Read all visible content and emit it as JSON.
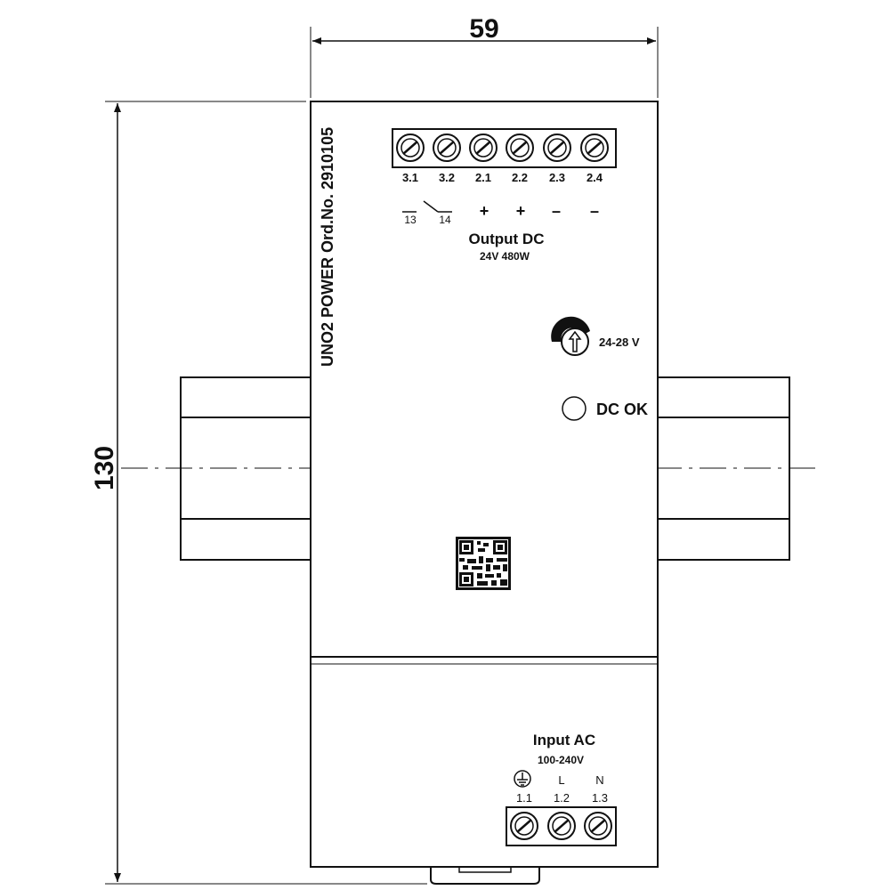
{
  "dimensions": {
    "width_label": "59",
    "height_label": "130"
  },
  "device": {
    "vertical_label": "UNO2 POWER Ord.No. 2910105",
    "output": {
      "title": "Output DC",
      "rating": "24V 480W",
      "terminals": [
        "3.1",
        "3.2",
        "2.1",
        "2.2",
        "2.3",
        "2.4"
      ],
      "relay_left": "13",
      "relay_right": "14",
      "polarity": [
        "+",
        "+",
        "–",
        "–"
      ]
    },
    "potentiometer_label": "24-28 V",
    "led_label": "DC OK",
    "input": {
      "title": "Input AC",
      "rating": "100-240V",
      "terminal_symbols": [
        "L",
        "N"
      ],
      "terminals": [
        "1.1",
        "1.2",
        "1.3"
      ]
    }
  },
  "colors": {
    "line": "#111111",
    "background": "#ffffff"
  }
}
